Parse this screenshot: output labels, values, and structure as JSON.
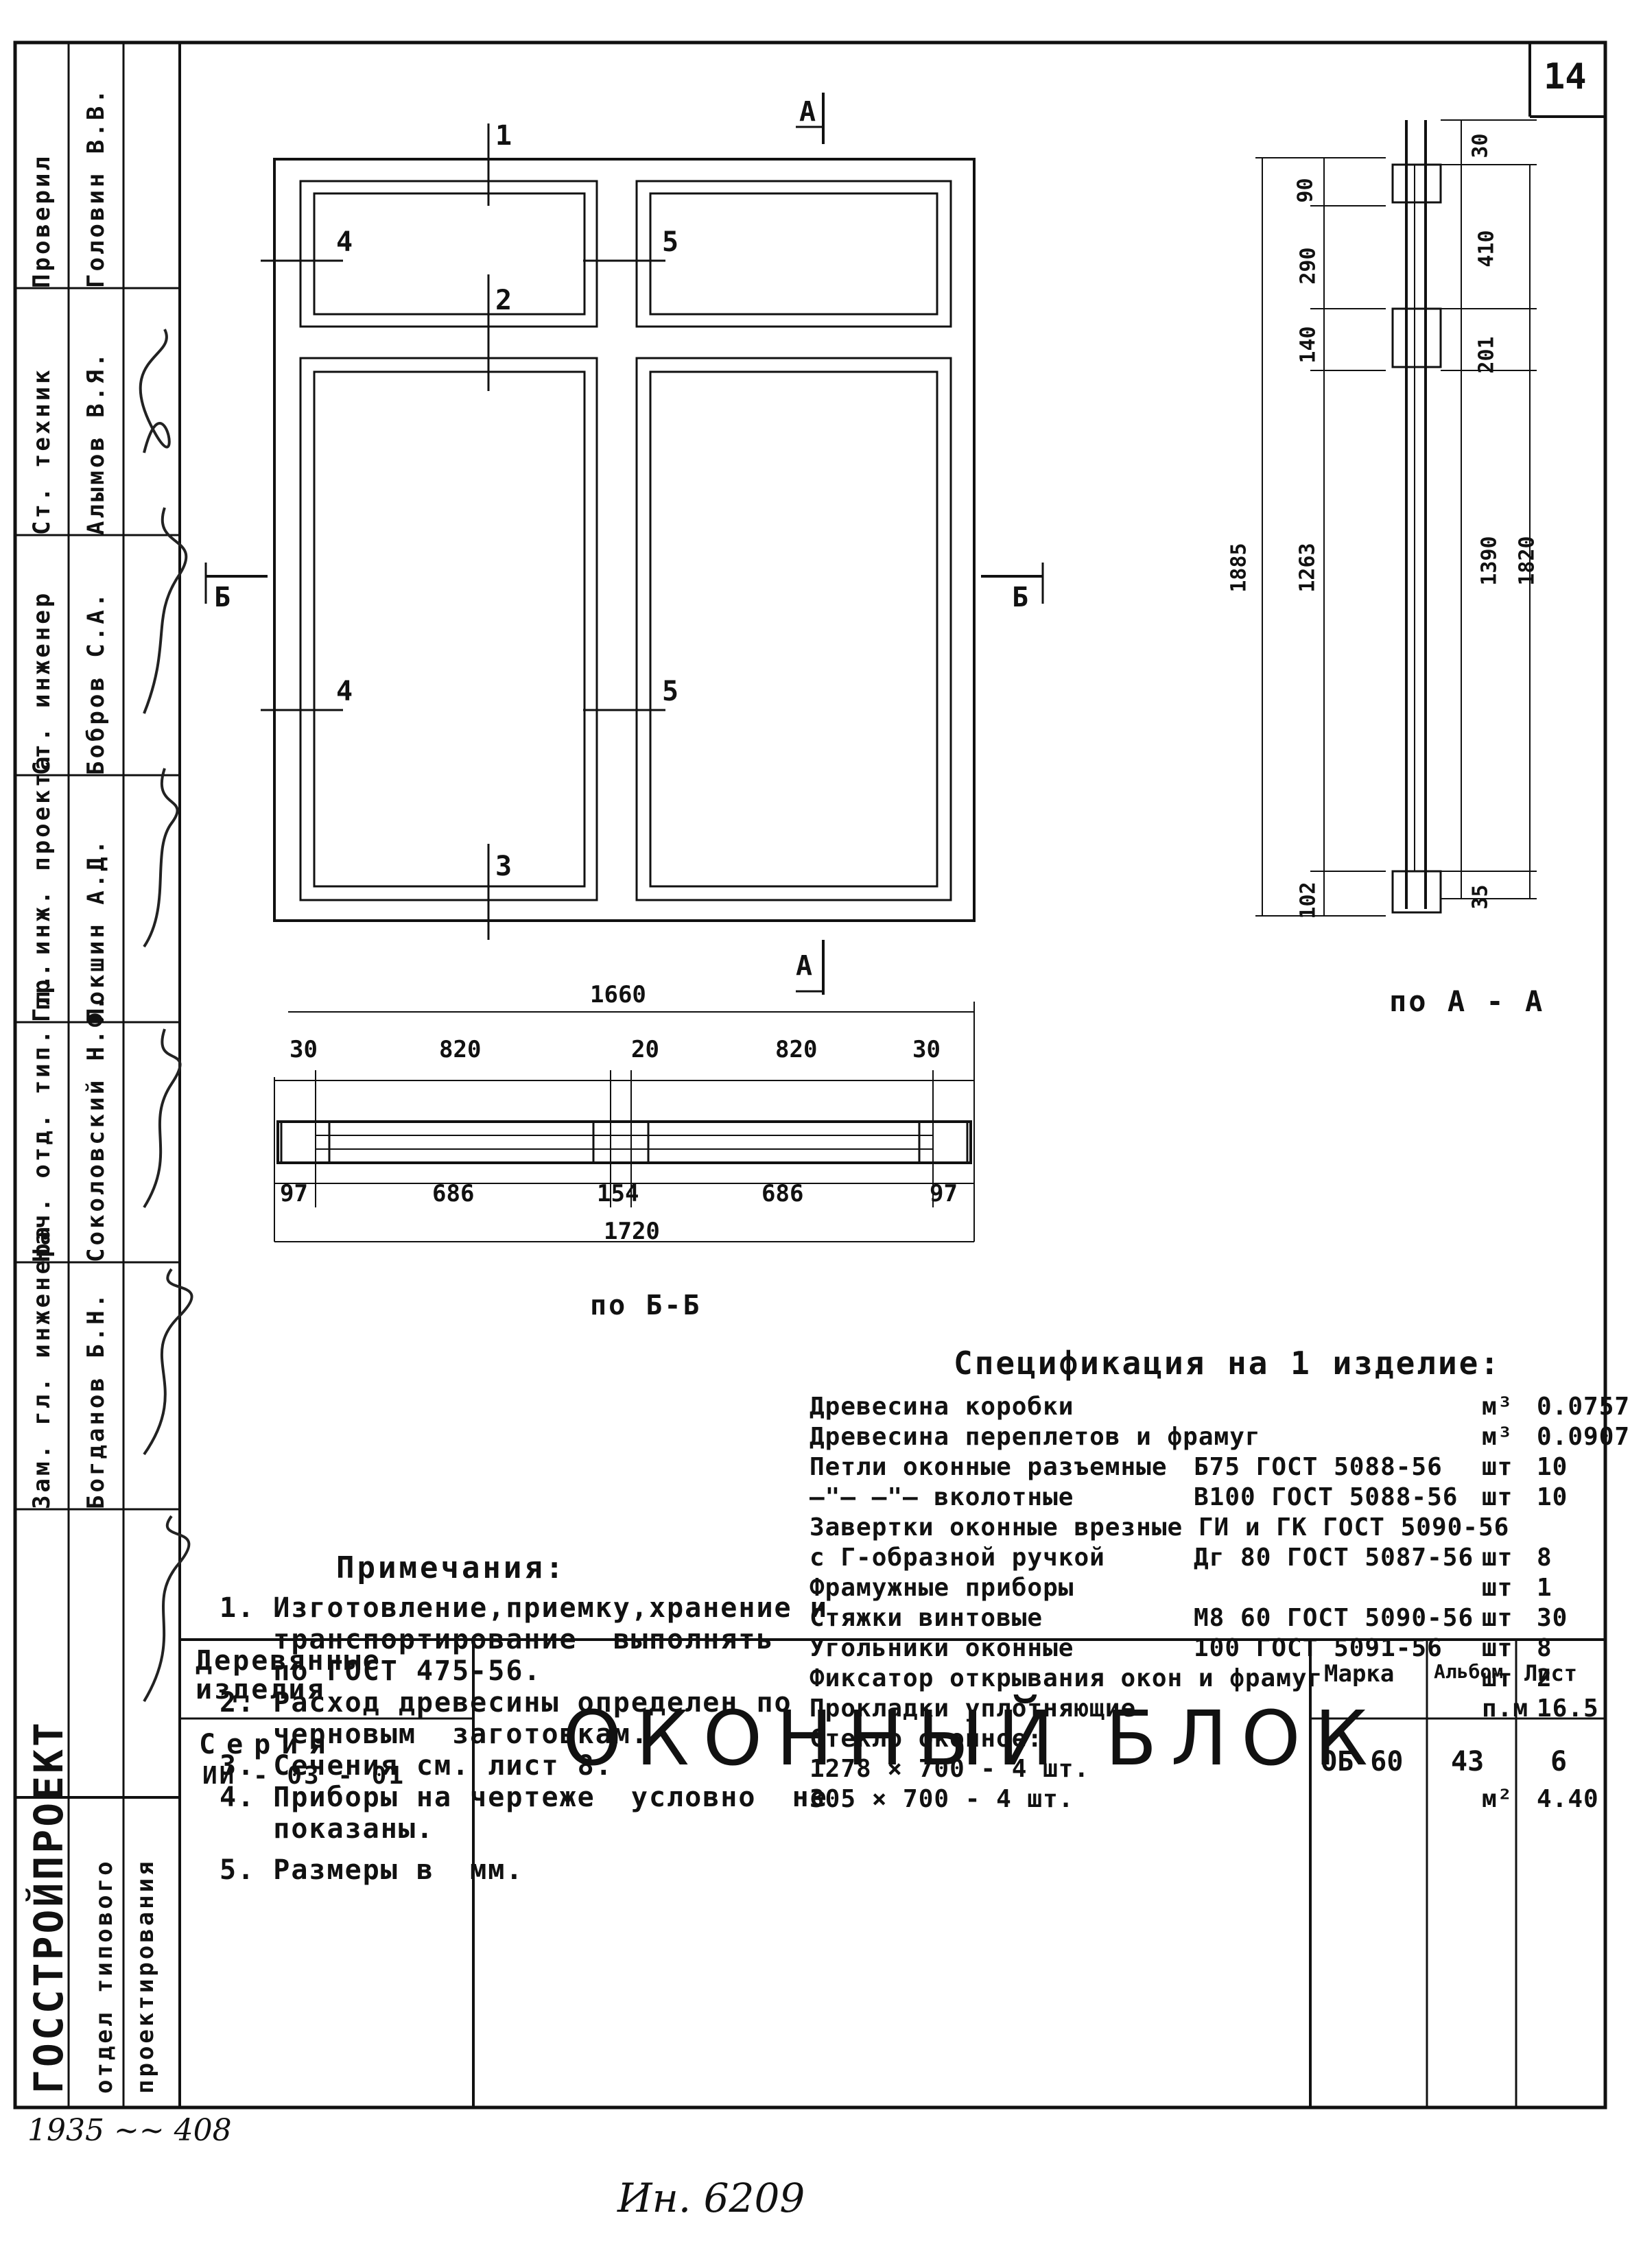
{
  "sheet_number": "14",
  "front_view": {
    "cut_marks": {
      "a": "А",
      "b": "Б"
    },
    "section_labels": [
      "1",
      "2",
      "3",
      "4",
      "5"
    ]
  },
  "side_view": {
    "title": "по А - А",
    "left_dims": [
      "90",
      "290",
      "140",
      "1263",
      "1885",
      "102"
    ],
    "right_dims": [
      "30",
      "410",
      "201",
      "1390",
      "1820",
      "35"
    ]
  },
  "plan_view": {
    "title": "по Б-Б",
    "overall_top": "1660",
    "top_dims": [
      "30",
      "820",
      "20",
      "820",
      "30"
    ],
    "bottom_dims": [
      "97",
      "686",
      "154",
      "686",
      "97"
    ],
    "overall_bottom": "1720"
  },
  "notes": {
    "title": "Примечания:",
    "items": [
      "1. Изготовление,приемку,хранение и",
      "   транспортирование  выполнять",
      "   по ГОСТ 475-56.",
      "2. Расход древесины определен по",
      "   черновым  заготовкам.",
      "3. Сечения см. лист 8.",
      "4. Приборы на чертеже  условно  не",
      "   показаны.",
      "5. Размеры в  мм."
    ]
  },
  "specification": {
    "title": "Спецификация на 1 изделие:",
    "rows": [
      {
        "name": "Древесина коробки",
        "std": "",
        "unit": "м³",
        "qty": "0.0757"
      },
      {
        "name": "Древесина переплетов и фрамуг",
        "std": "",
        "unit": "м³",
        "qty": "0.0907"
      },
      {
        "name": "Петли оконные разъемные",
        "std": "Б75 ГОСТ 5088-56",
        "unit": "шт",
        "qty": "10"
      },
      {
        "name": "—\"— —\"— вколотные",
        "std": "В100 ГОСТ 5088-56",
        "unit": "шт",
        "qty": "10"
      },
      {
        "name": "Завертки оконные врезные ГИ и ГК ГОСТ 5090-56",
        "std": "",
        "unit": "",
        "qty": ""
      },
      {
        "name": "с Г-образной ручкой",
        "std": "Дг 80 ГОСТ 5087-56",
        "unit": "шт",
        "qty": "8"
      },
      {
        "name": "Фрамужные приборы",
        "std": "",
        "unit": "шт",
        "qty": "1"
      },
      {
        "name": "Стяжки винтовые",
        "std": "М8 60 ГОСТ 5090-56",
        "unit": "шт",
        "qty": "30"
      },
      {
        "name": "Угольники оконные",
        "std": "100 ГОСТ 5091-56",
        "unit": "шт",
        "qty": "8"
      },
      {
        "name": "Фиксатор открывания окон и фрамуг",
        "std": "",
        "unit": "шт",
        "qty": "2"
      },
      {
        "name": "Прокладки уплотняющие",
        "std": "",
        "unit": "п.м",
        "qty": "16.5"
      },
      {
        "name": "Стекло оконное:",
        "std": "",
        "unit": "",
        "qty": ""
      },
      {
        "name": "1278 × 700 - 4 шт.",
        "std": "",
        "unit": "",
        "qty": ""
      },
      {
        "name": "305 × 700 - 4 шт.",
        "std": "",
        "unit": "м²",
        "qty": "4.40"
      }
    ]
  },
  "left_stamp": {
    "roles": [
      "Проверил",
      "Ст. техник",
      "Ст. инженер",
      "Гл. инж. проекта",
      "Нач. отд. тип. пр.",
      "Зам. гл. инженера"
    ],
    "names": [
      "Головин В.В.",
      "Алымов В.Я.",
      "Бобров С.А.",
      "Локшин А.Д.",
      "Соколовский Н.Ф.",
      "Богданов Б.Н."
    ],
    "org": "ГОССТРОЙПРОЕКТ",
    "dept": "отдел типового",
    "dept2": "проектирования"
  },
  "title_block": {
    "category": "Деревянные изделия",
    "series_label": "Серия",
    "series": "ИИ - 03 - 01",
    "title": "ОКОННЫЙ БЛОК",
    "mark_label": "Марка",
    "mark": "ОБ 60",
    "album_label": "Альбом",
    "album": "43",
    "sheet_label": "Лист",
    "sheet": "6"
  },
  "handwritten": {
    "bottom_left": "1935 ~~ 408",
    "inventory": "Ин. 6209"
  }
}
